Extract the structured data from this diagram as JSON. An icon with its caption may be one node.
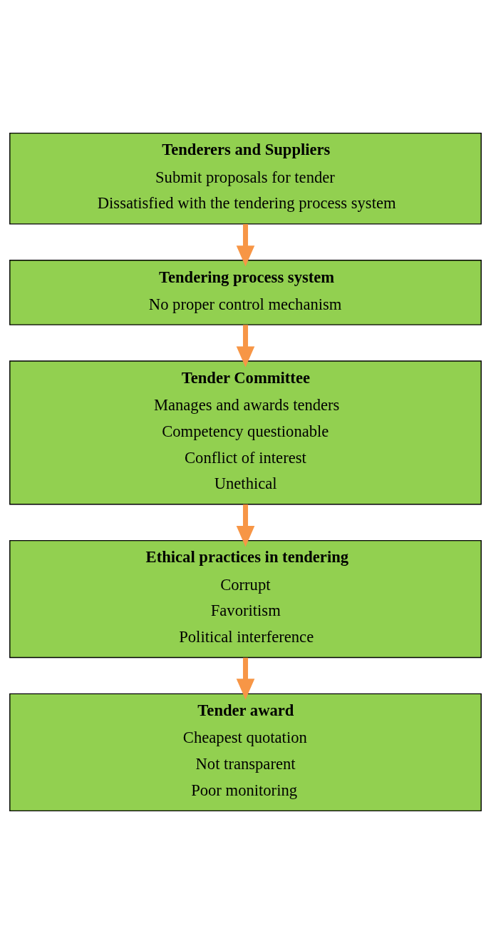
{
  "diagram": {
    "nodes": [
      {
        "text": [
          "Tenderers and Suppliers",
          "Submit proposals for tender",
          "Dissatisfied with the tendering process system"
        ]
      },
      {
        "text": [
          "Tendering process system",
          "No proper control mechanism"
        ]
      },
      {
        "text": [
          "Tender Committee",
          "Manages and awards tenders",
          "Competency questionable",
          "Conflict of interest",
          "Unethical"
        ]
      },
      {
        "text": [
          "Ethical practices in tendering",
          "Corrupt",
          "Favoritism",
          "Political interference"
        ]
      },
      {
        "text": [
          "Tender award",
          "Cheapest quotation",
          "Not transparent",
          "Poor monitoring"
        ]
      }
    ],
    "edges": [
      {
        "from": 0,
        "to": 1,
        "arrow": "to"
      },
      {
        "from": 1,
        "to": 2,
        "arrow": "to"
      },
      {
        "from": 2,
        "to": 3,
        "arrow": "to"
      },
      {
        "from": 3,
        "to": 4,
        "arrow": "to"
      }
    ]
  }
}
